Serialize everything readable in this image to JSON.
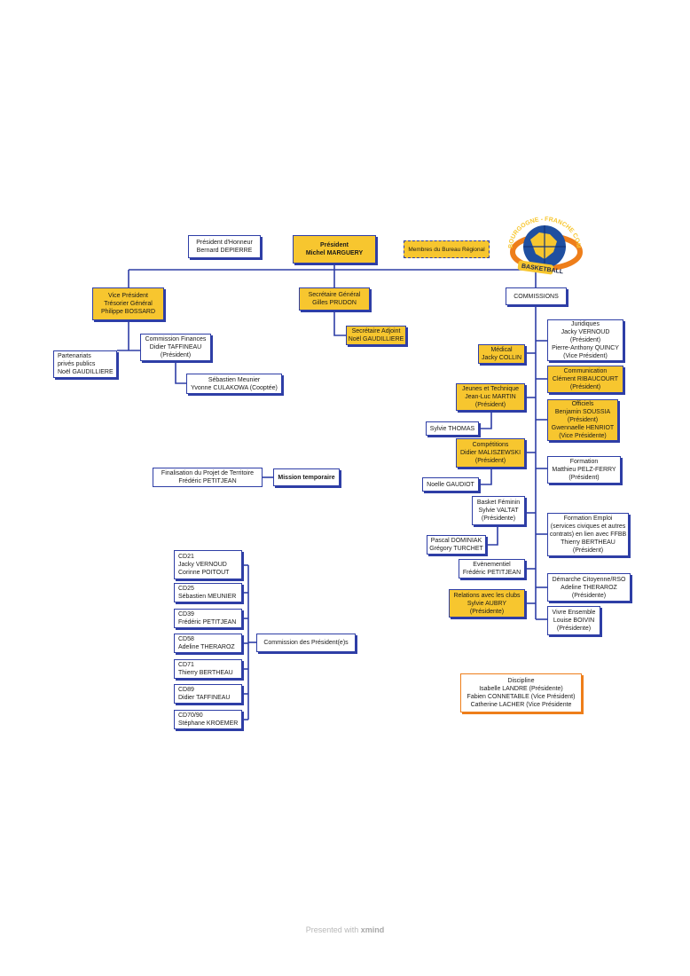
{
  "president": {
    "title": "Président",
    "name": "Michel MARGUERY"
  },
  "honorary": {
    "title": "Président d'Honneur",
    "name": "Bernard DEPIERRE"
  },
  "bureau_legend": "Membres du Bureau Régional",
  "logo": {
    "top_text": "BOURGOGNE - FRANCHE COMTÉ",
    "bottom_text": "BASKETBALL",
    "colors": {
      "blue": "#1f4fa0",
      "orange": "#ee7e1a"
    }
  },
  "vice_president": {
    "l1": "Vice Président",
    "l2": "Trésorier Général",
    "l3": "Philippe BOSSARD"
  },
  "secretary": {
    "l1": "Secrétaire Général",
    "l2": "Gilles PRUDON"
  },
  "secretary_adjoint": {
    "l1": "Secrétaire Adjoint",
    "l2": "Noël GAUDILLIERE"
  },
  "commissions_label": "COMMISSIONS",
  "finances": {
    "l1": "Commission Finances",
    "l2": "Didier TAFFINEAU",
    "l3": "(Président)"
  },
  "partnerships": {
    "l1": "Partenariats",
    "l2": "privés publics",
    "l3": "Noël GAUDILLIERE"
  },
  "finance_members": {
    "l1": "Sébastien Meunier",
    "l2": "Yvonne CULAKOWA (Cooptée)"
  },
  "mission": {
    "label": "Mission temporaire",
    "task_l1": "Finalisation du Projet de Territoire",
    "task_l2": "Frédéric PETITJEAN"
  },
  "presidents_commission": "Commission des Président(e)s",
  "cds": [
    {
      "code": "CD21",
      "n1": "Jacky VERNOUD",
      "n2": "Corinne POITOUT"
    },
    {
      "code": "CD25",
      "n1": "Sébastien MEUNIER"
    },
    {
      "code": "CD39",
      "n1": "Frédéric PETITJEAN"
    },
    {
      "code": "CD58",
      "n1": "Adeline THERAROZ"
    },
    {
      "code": "CD71",
      "n1": "Thierry BERTHEAU"
    },
    {
      "code": "CD89",
      "n1": "Didier TAFFINEAU"
    },
    {
      "code": "CD70/90",
      "n1": "Stéphane KROEMER"
    }
  ],
  "commissions": {
    "juridiques": {
      "l1": "Juridiques",
      "l2": "Jacky VERNOUD",
      "l3": "(Président)",
      "l4": "Pierre-Anthony QUINCY",
      "l5": "(Vice Président)"
    },
    "medical": {
      "l1": "Médical",
      "l2": "Jacky COLLIN"
    },
    "communication": {
      "l1": "Communication",
      "l2": "Clément RIBAUCOURT",
      "l3": "(Président)"
    },
    "jeunes": {
      "l1": "Jeunes et Technique",
      "l2": "Jean-Luc MARTIN",
      "l3": "(Président)"
    },
    "officiels": {
      "l1": "Officiels",
      "l2": "Benjamin SOUSSIA",
      "l3": "(Président)",
      "l4": "Gwennaelle HENRIOT",
      "l5": "(Vice Présidente)"
    },
    "sylvie_thomas": "Sylvie THOMAS",
    "competitions": {
      "l1": "Compétitions",
      "l2": "Didier MALISZEWSKI",
      "l3": "(Président)"
    },
    "formation": {
      "l1": "Formation",
      "l2": "Matthieu PELZ-FERRY",
      "l3": "(Président)"
    },
    "noelle": "Noelle GAUDIOT",
    "basket_feminin": {
      "l1": "Basket Féminin",
      "l2": "Sylvie VALTAT",
      "l3": "(Présidente)"
    },
    "formation_emploi": {
      "l1": "Formation Emploi",
      "l2": "(services civiques et autres",
      "l3": "contrats) en lien avec FFBB",
      "l4": "Thierry BERTHEAU",
      "l5": "(Président)"
    },
    "feminin_members": {
      "l1": "Pascal DOMINIAK",
      "l2": "Grégory TURCHET"
    },
    "evenementiel": {
      "l1": "Evènementiel",
      "l2": "Frédéric PETITJEAN"
    },
    "demarche": {
      "l1": "Démarche Citoyenne/RSO",
      "l2": "Adeline THERAROZ",
      "l3": "(Présidente)"
    },
    "relations": {
      "l1": "Relations avec les clubs",
      "l2": "Sylvie AUBRY",
      "l3": "(Présidente)"
    },
    "vivre": {
      "l1": "Vivre Ensemble",
      "l2": "Louise BOIVIN",
      "l3": "(Présidente)"
    }
  },
  "discipline": {
    "l1": "Discipline",
    "l2": "Isabelle LANDRE (Présidente)",
    "l3": "Fabien CONNETABLE (Vice Président)",
    "l4": "Catherine LACHER (Vice Présidente"
  },
  "footer": {
    "prefix": "Presented with",
    "brand": "xmind"
  },
  "colors": {
    "line": "#2e3ea6",
    "gold": "#f7c62f",
    "orange": "#ee7e1a"
  }
}
